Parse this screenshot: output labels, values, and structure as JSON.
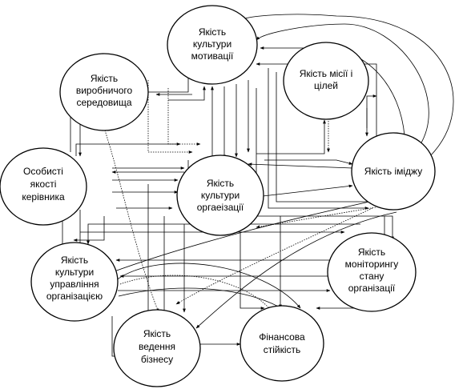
{
  "nodes": [
    {
      "id": "motivation",
      "lines": [
        "Якість",
        "культури",
        "мотивації"
      ]
    },
    {
      "id": "environment",
      "lines": [
        "Якість",
        "виробничого",
        "середовища"
      ]
    },
    {
      "id": "mission",
      "lines": [
        "Якість місії і",
        "цілей"
      ]
    },
    {
      "id": "image",
      "lines": [
        "Якість іміджу"
      ]
    },
    {
      "id": "leader",
      "lines": [
        "Особисті",
        "якості",
        "керівника"
      ]
    },
    {
      "id": "org_culture",
      "lines": [
        "Якість",
        "культури",
        "оргаеізації"
      ]
    },
    {
      "id": "monitoring",
      "lines": [
        "Якість",
        "моніторингу",
        "стану",
        "організації"
      ]
    },
    {
      "id": "management",
      "lines": [
        "Якість",
        "культури",
        "управління",
        "організацією"
      ]
    },
    {
      "id": "business",
      "lines": [
        "Якість",
        "ведення",
        "бізнесу"
      ]
    },
    {
      "id": "finance",
      "lines": [
        "Фінансова",
        "стійкість"
      ]
    }
  ]
}
